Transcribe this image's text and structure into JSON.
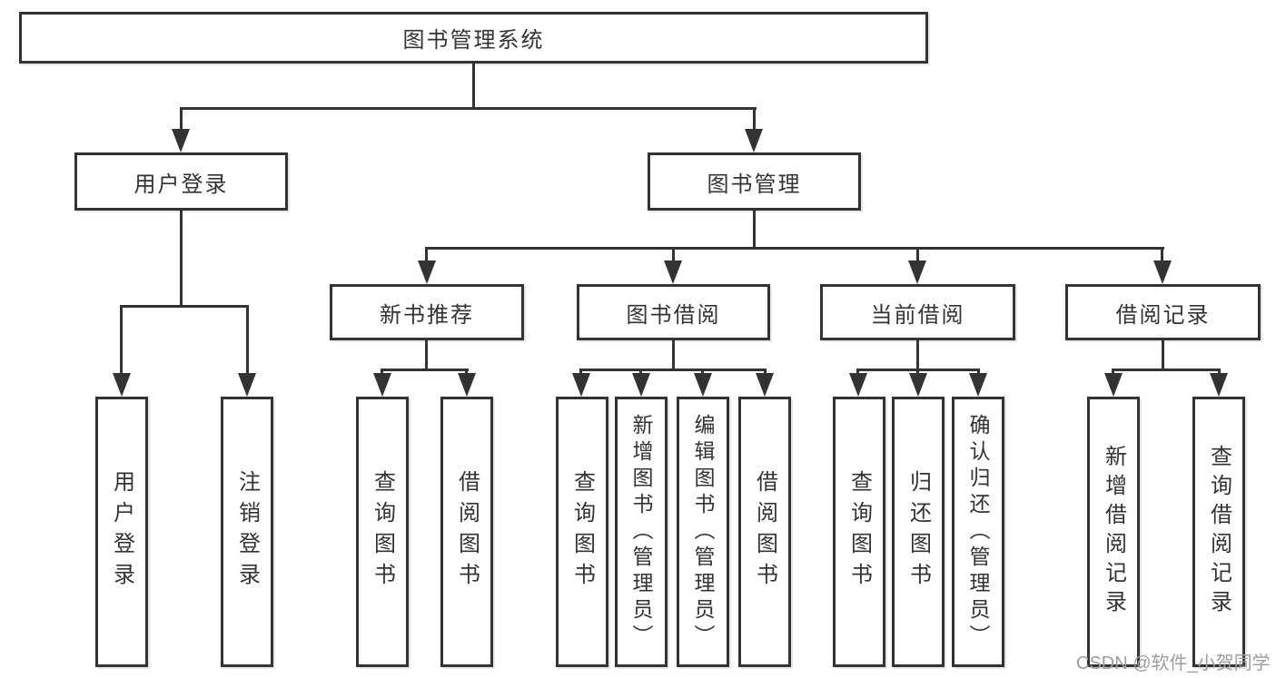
{
  "diagram": {
    "root": "图书管理系统",
    "level2": [
      "用户登录",
      "图书管理"
    ],
    "level3": [
      "新书推荐",
      "图书借阅",
      "当前借阅",
      "借阅记录"
    ],
    "leaves": {
      "user_login": [
        "用户登录",
        "注销登录"
      ],
      "new_book_recommend": [
        "查询图书",
        "借阅图书"
      ],
      "book_borrow": [
        "查询图书",
        "新增图书（管理员）",
        "编辑图书（管理员）",
        "借阅图书"
      ],
      "current_borrow": [
        "查询图书",
        "归还图书",
        "确认归还（管理员）"
      ],
      "borrow_records": [
        "新增借阅记录",
        "查询借阅记录"
      ]
    }
  },
  "watermark": "CSDN @软件_小贺同学",
  "colors": {
    "line": "#333333",
    "background": "#ffffff",
    "watermark_text": "#9d9d9d"
  }
}
